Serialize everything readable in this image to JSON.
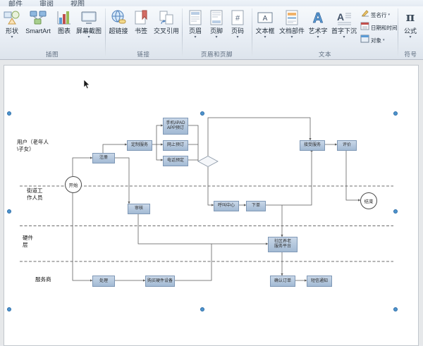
{
  "tab_strip": {
    "tabs": [
      "邮件",
      "审阅",
      "视图"
    ]
  },
  "ribbon": {
    "groups": [
      {
        "label": "插图",
        "buttons": [
          {
            "label": "形状",
            "arrow": "▾"
          },
          {
            "label": "SmartArt"
          },
          {
            "label": "图表"
          },
          {
            "label": "屏幕截图",
            "arrow": "▾"
          }
        ]
      },
      {
        "label": "链接",
        "buttons": [
          {
            "label": "超链接"
          },
          {
            "label": "书签"
          },
          {
            "label": "交叉引用"
          }
        ]
      },
      {
        "label": "页眉和页脚",
        "buttons": [
          {
            "label": "页眉",
            "arrow": "▾"
          },
          {
            "label": "页脚",
            "arrow": "▾"
          },
          {
            "label": "页码",
            "arrow": "▾"
          }
        ]
      },
      {
        "label": "文本",
        "buttons": [
          {
            "label": "文本框",
            "arrow": "▾"
          },
          {
            "label": "文档部件",
            "arrow": "▾"
          },
          {
            "label": "艺术字",
            "arrow": "▾"
          },
          {
            "label": "首字下沉",
            "arrow": "▾"
          }
        ],
        "small_buttons": [
          {
            "label": "签名行",
            "arrow": "▾"
          },
          {
            "label": "日期和时间"
          },
          {
            "label": "对象",
            "arrow": "▾"
          }
        ]
      },
      {
        "label": "符号",
        "buttons": [
          {
            "label": "公式",
            "arrow": "▾",
            "icon_glyph": "π"
          }
        ]
      }
    ]
  },
  "flowchart": {
    "lanes": [
      {
        "label": "用户（老年人\n\\子女）"
      },
      {
        "label": "街道工\n作人员"
      },
      {
        "label": "硬件\n层"
      },
      {
        "label": "服务商"
      }
    ],
    "nodes": [
      {
        "label": "开始",
        "type": "circle"
      },
      {
        "label": "注册"
      },
      {
        "label": "定制服务"
      },
      {
        "label": "手机/iPAD\nAPP预订"
      },
      {
        "label": "网上预订"
      },
      {
        "label": "电话预定"
      },
      {
        "label": "审核"
      },
      {
        "label": "呼叫中心"
      },
      {
        "label": "下单"
      },
      {
        "label": "接受服务"
      },
      {
        "label": "评价"
      },
      {
        "label": "结束",
        "type": "circle"
      },
      {
        "label": "社区养老\n服务平台"
      },
      {
        "label": "处理"
      },
      {
        "label": "购买硬件设备"
      },
      {
        "label": "确认订单"
      },
      {
        "label": "短信通知"
      }
    ],
    "colors": {
      "node_fill": "#b3c6dd",
      "node_border": "#7f98b6",
      "selection_handle": "#4f94cd"
    }
  }
}
